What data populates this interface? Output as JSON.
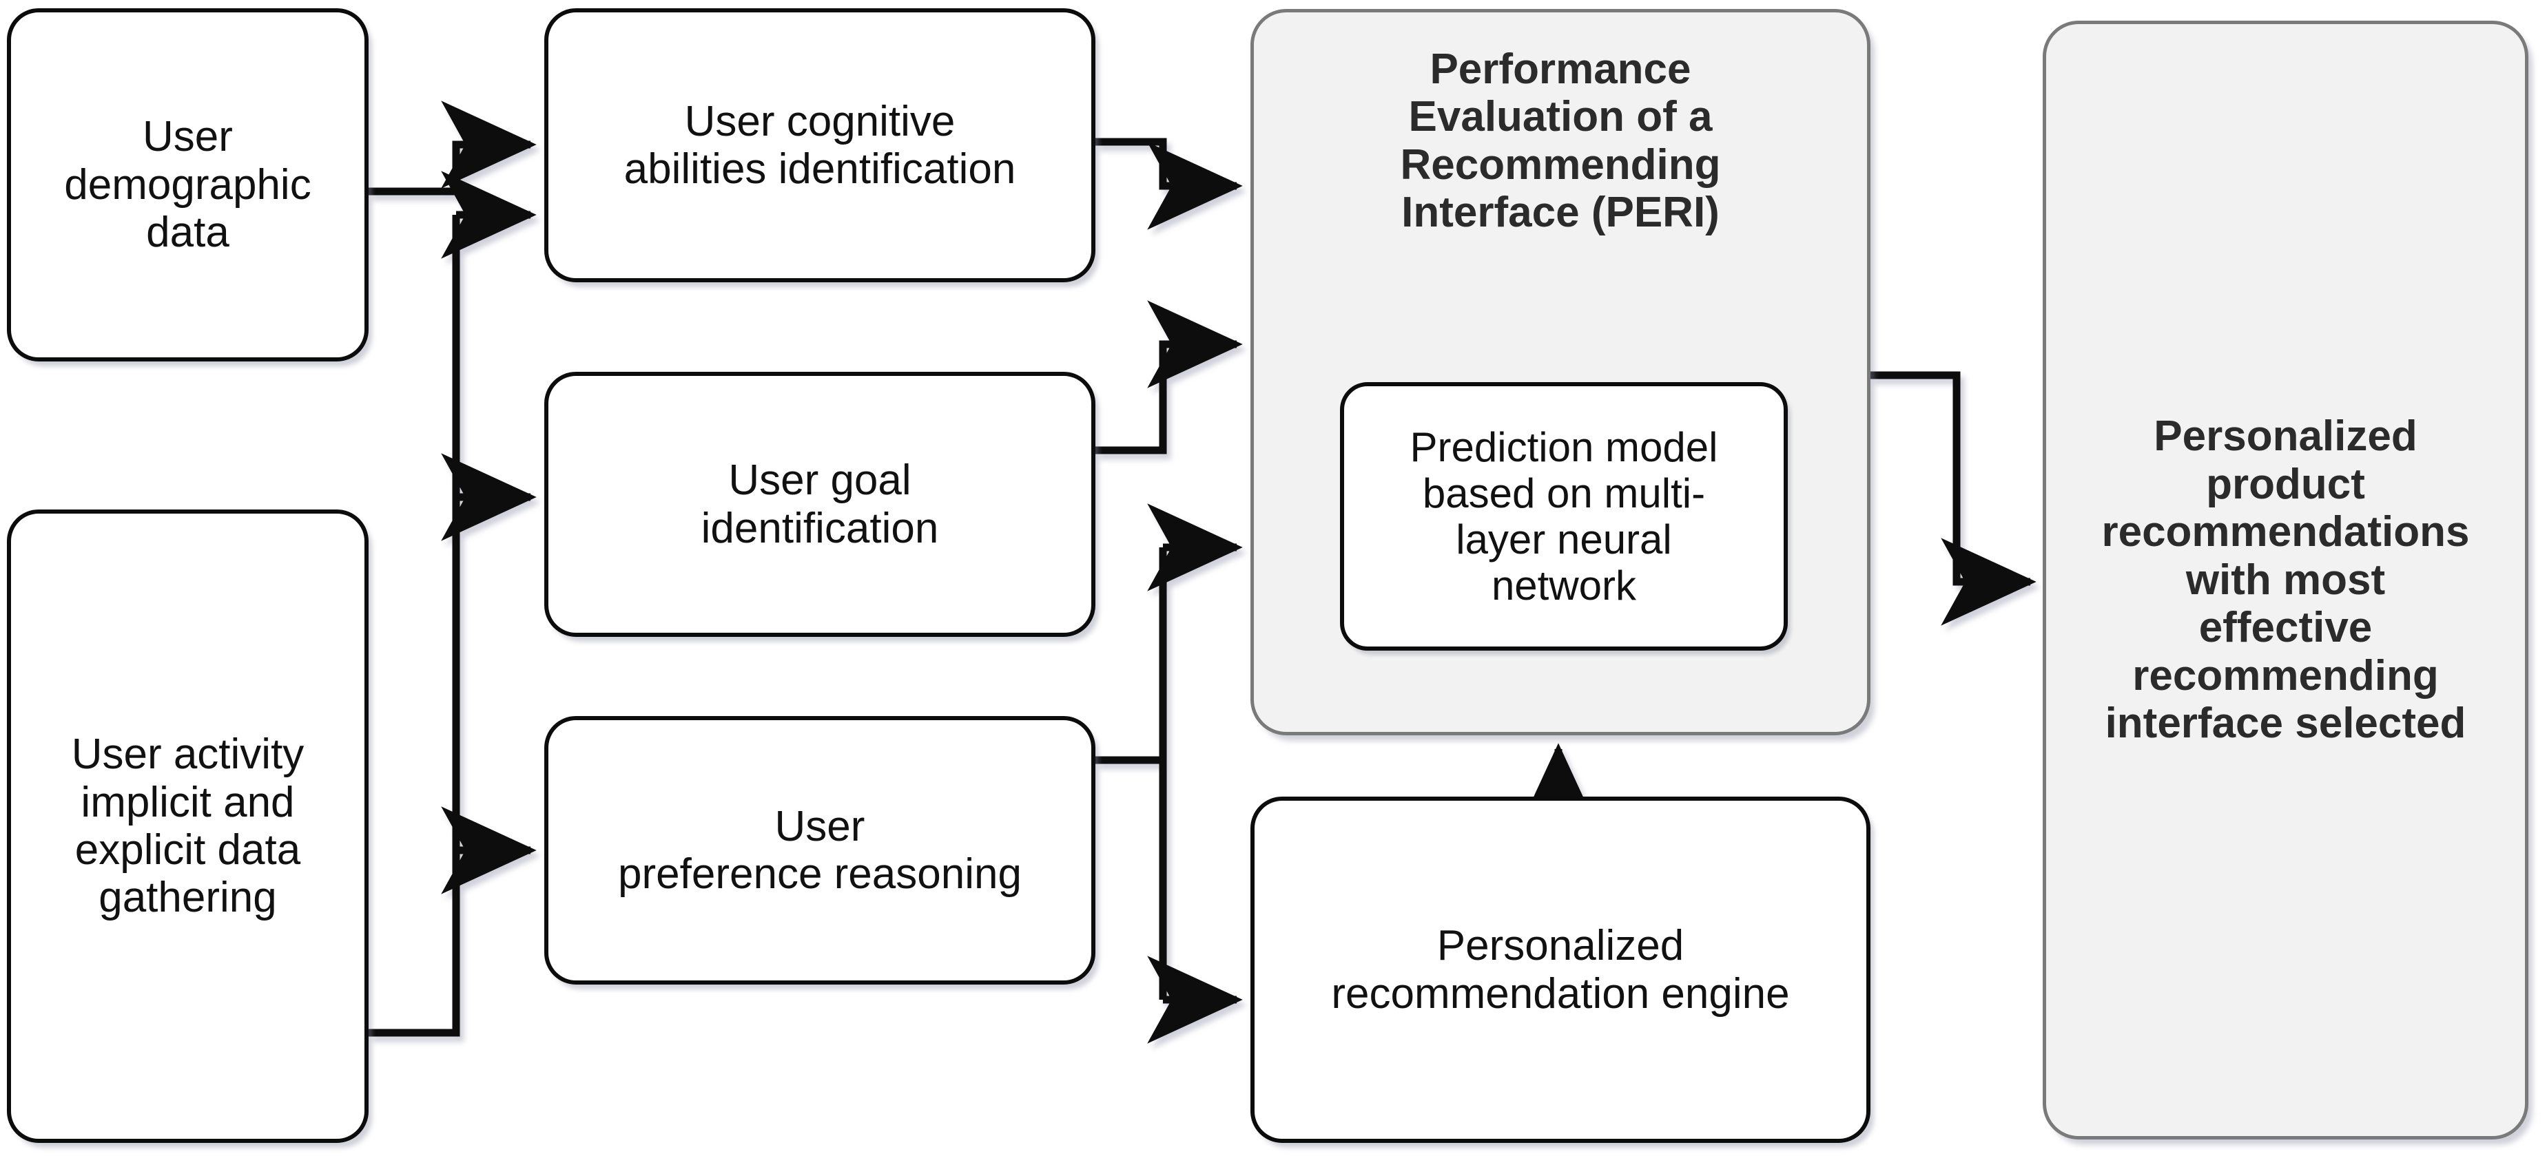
{
  "diagram": {
    "title": "Personalized recommendation architecture with PERI",
    "colors": {
      "background": "#ffffff",
      "node_fill": "#ffffff",
      "node_border": "#0c0c0c",
      "shaded_fill": "#f2f2f2",
      "shaded_border": "#7a7a7a",
      "connector": "#111111",
      "text": "#111111",
      "shaded_text": "#2b2b2b"
    },
    "nodes": {
      "user_demographic_data": {
        "label": "User\ndemographic\ndata",
        "style": "plain"
      },
      "user_activity_data": {
        "label": "User activity\nimplicit and\nexplicit data\ngathering",
        "style": "plain"
      },
      "user_cognitive_abilities": {
        "label": "User cognitive\nabilities identification",
        "style": "plain"
      },
      "user_goal_identification": {
        "label": "User goal\nidentification",
        "style": "plain"
      },
      "user_preference_reasoning": {
        "label": "User\npreference reasoning",
        "style": "plain"
      },
      "peri": {
        "label": "Performance\nEvaluation of a\nRecommending\nInterface (PERI)",
        "style": "shaded"
      },
      "prediction_model": {
        "label": "Prediction model\nbased on multi-\nlayer neural\nnetwork",
        "style": "plain-inner"
      },
      "recommendation_engine": {
        "label": "Personalized\nrecommendation engine",
        "style": "plain"
      },
      "output": {
        "label": "Personalized\nproduct\nrecommendations\nwith most\neffective\nrecommending\ninterface selected",
        "style": "shaded"
      }
    },
    "edges": [
      {
        "from": "user_demographic_data",
        "to": "user_cognitive_abilities",
        "arrow": true
      },
      {
        "from": "user_activity_data",
        "to": "user_cognitive_abilities",
        "arrow": true
      },
      {
        "from": "user_activity_data",
        "to": "user_goal_identification",
        "arrow": true
      },
      {
        "from": "user_activity_data",
        "to": "user_preference_reasoning",
        "arrow": true
      },
      {
        "from": "user_cognitive_abilities",
        "to": "peri",
        "arrow": true
      },
      {
        "from": "user_goal_identification",
        "to": "peri",
        "arrow": true
      },
      {
        "from": "user_preference_reasoning",
        "to": "peri",
        "arrow": true
      },
      {
        "from": "user_preference_reasoning",
        "to": "recommendation_engine",
        "arrow": true
      },
      {
        "from": "recommendation_engine",
        "to": "peri",
        "arrow": true
      },
      {
        "from": "peri",
        "to": "output",
        "arrow": true
      }
    ]
  }
}
